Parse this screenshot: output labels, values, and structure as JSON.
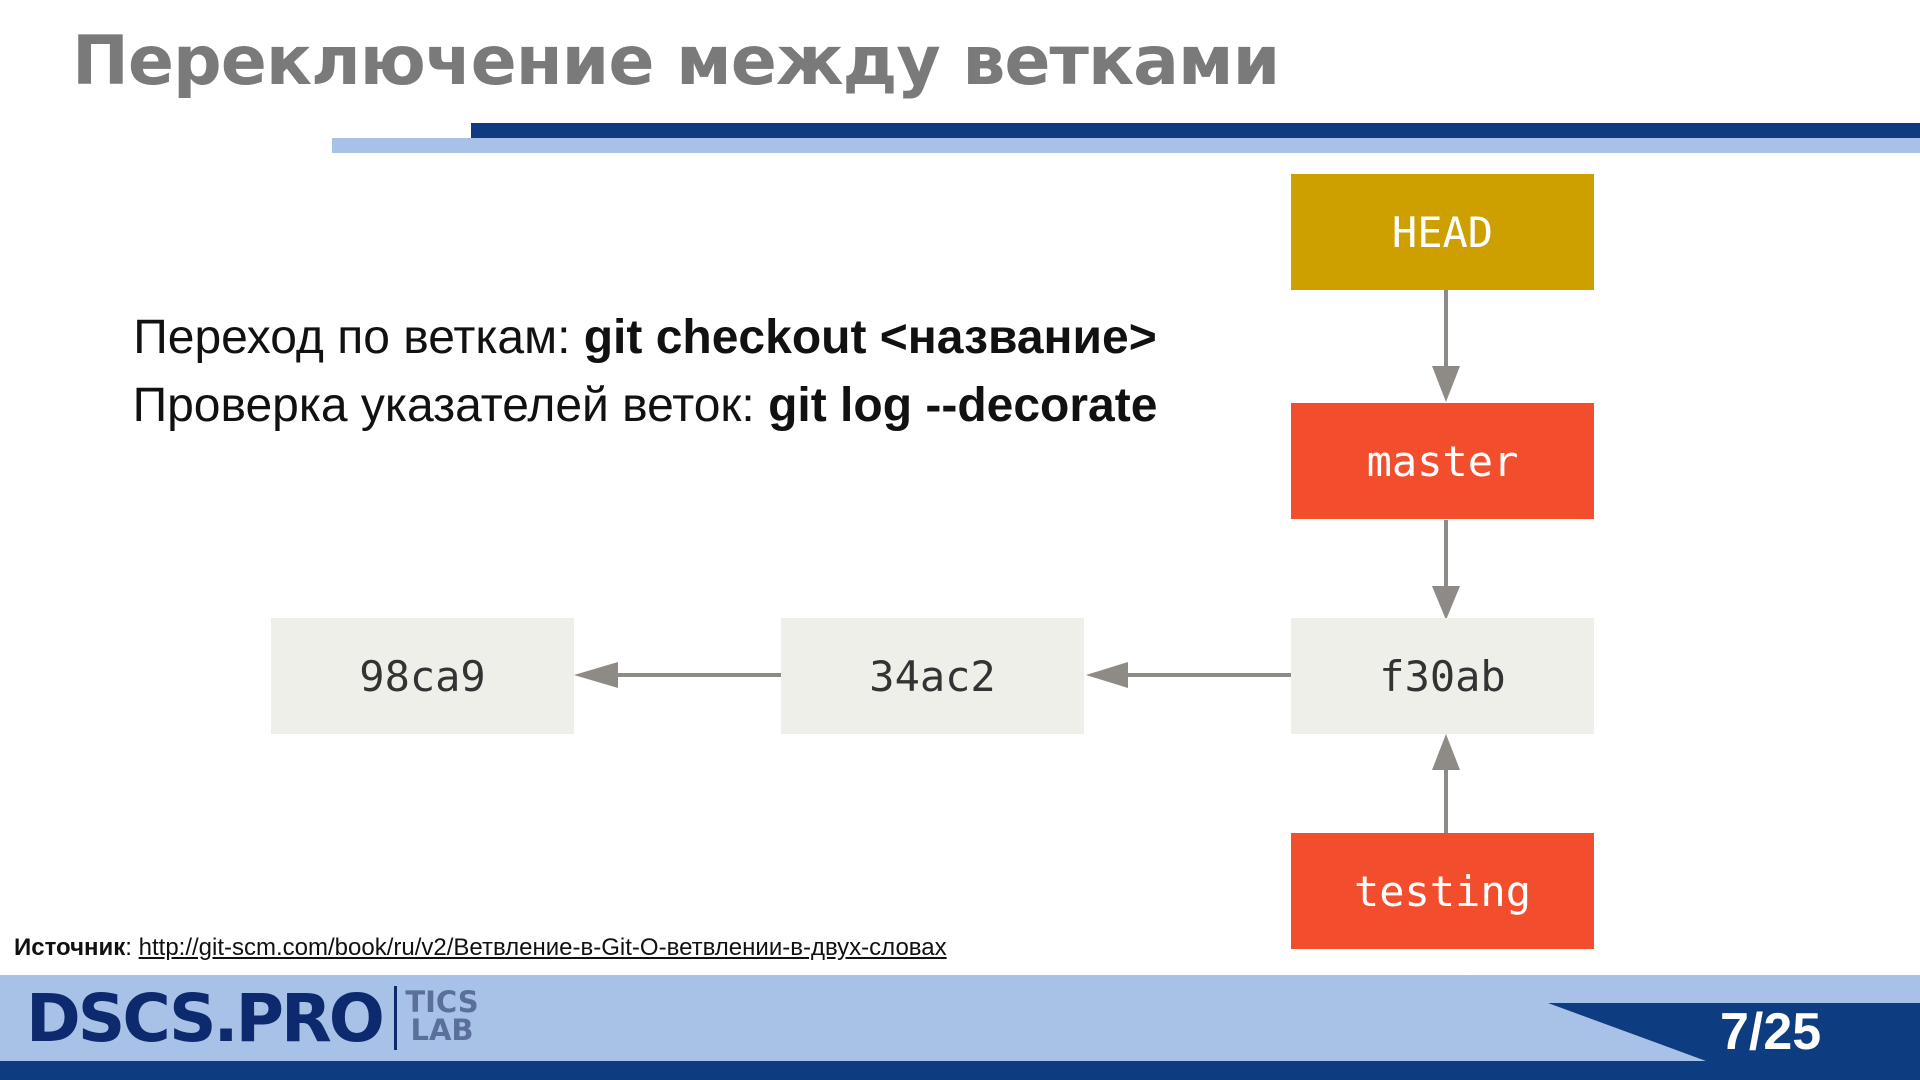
{
  "slide": {
    "title": "Переключение между ветками",
    "commands": [
      {
        "text": "Переход по веткам: ",
        "code": "git checkout <название>"
      },
      {
        "text": "Проверка указателей веток: ",
        "code": "git log --decorate"
      }
    ],
    "source_label": "Источник",
    "source_separator": ": ",
    "source_link": "http://git-scm.com/book/ru/v2/Ветвление-в-Git-О-ветвлении-в-двух-словах",
    "logo_main": "DSCS.PRO",
    "logo_sub": "TICS\nLAB",
    "page_number": "7/25"
  },
  "diagram": {
    "head": "HEAD",
    "branches": {
      "master": "master",
      "testing": "testing"
    },
    "commits": [
      "98ca9",
      "34ac2",
      "f30ab"
    ]
  },
  "colors": {
    "head": "#cda000",
    "branch": "#f24d2d",
    "commit": "#efefea",
    "arrow": "#8e8b86",
    "accent_dark": "#0d3c80",
    "accent_light": "#a8c1e6"
  }
}
